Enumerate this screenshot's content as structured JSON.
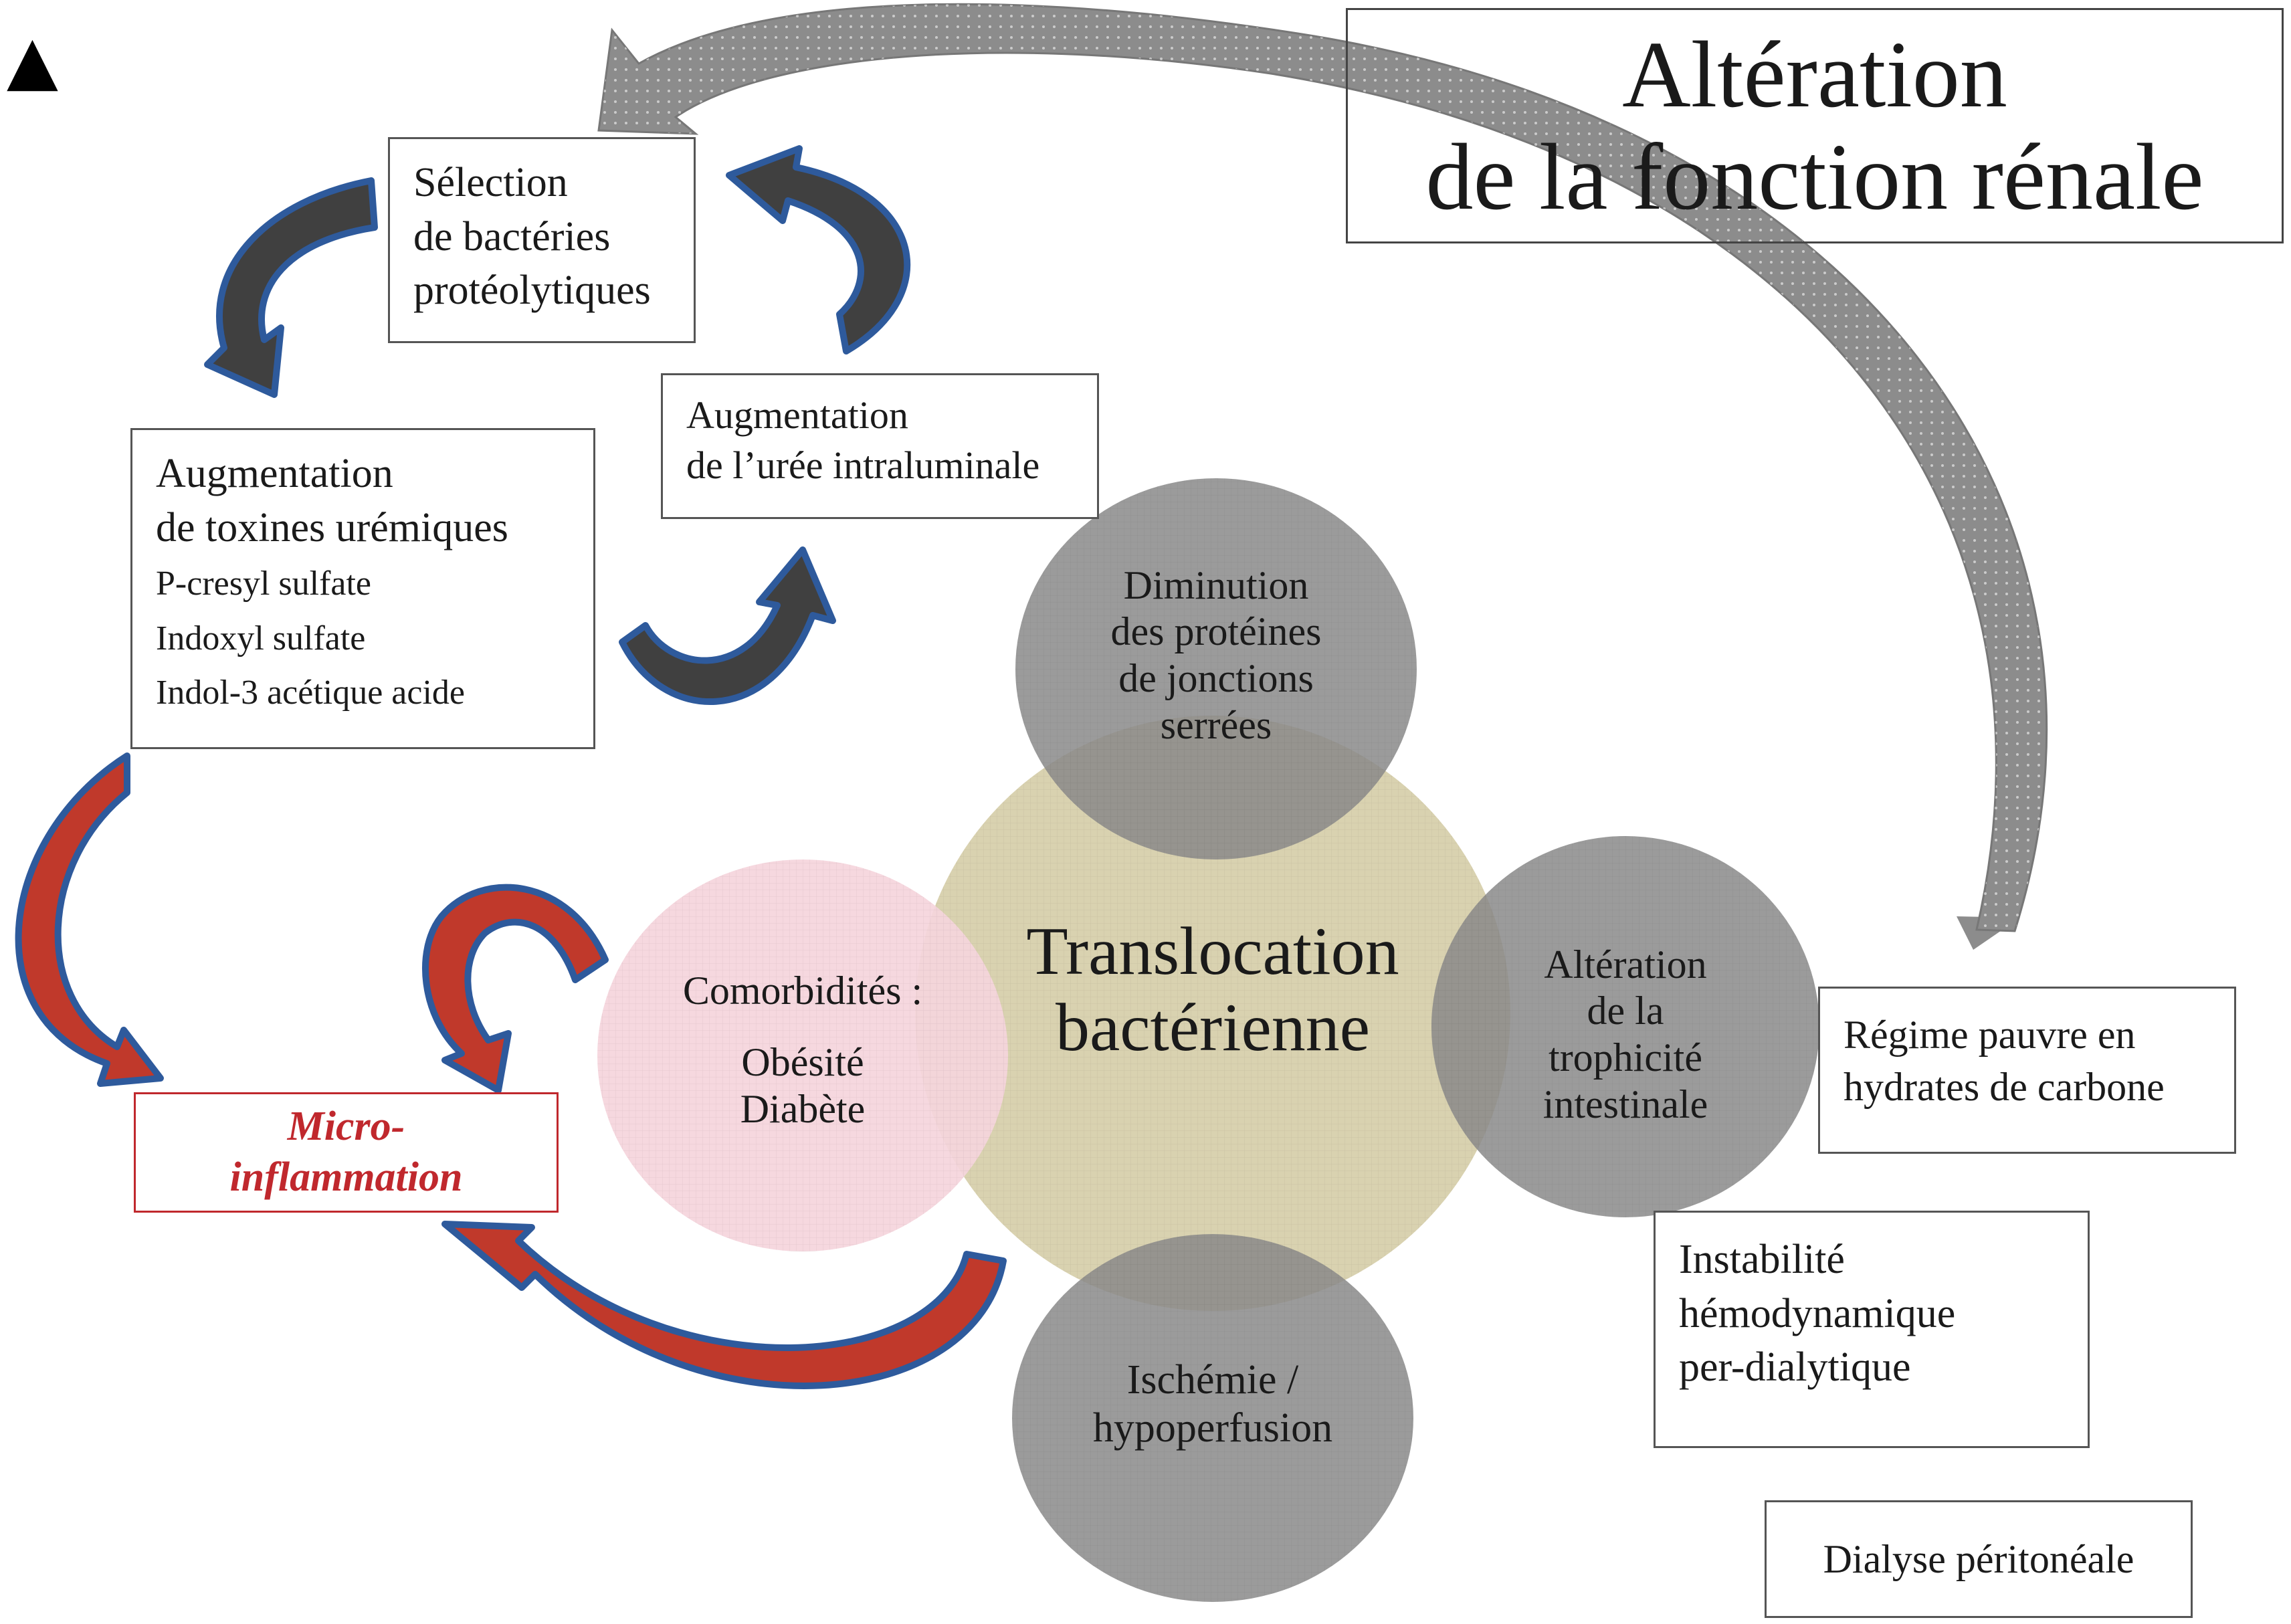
{
  "title": {
    "line1": "Altération",
    "line2": "de la fonction rénale"
  },
  "corner_symbol": "▲",
  "boxes": {
    "selection": [
      "Sélection",
      "de bactéries",
      "protéolytiques"
    ],
    "uree": [
      "Augmentation",
      "de l’urée intraluminale"
    ],
    "toxines": {
      "heading": [
        "Augmentation",
        "de toxines urémiques"
      ],
      "items": [
        "P-cresyl sulfate",
        "Indoxyl sulfate",
        "Indol-3 acétique acide"
      ]
    },
    "micro": [
      "Micro-",
      "inflammation"
    ],
    "regime": [
      "Régime pauvre en",
      "hydrates de carbone"
    ],
    "instabilite": [
      "Instabilité",
      "hémodynamique",
      "per-dialytique"
    ],
    "dialyse": "Dialyse péritonéale"
  },
  "circles": {
    "center": [
      "Translocation",
      "bactérienne"
    ],
    "top": [
      "Diminution",
      "des protéines",
      "de jonctions",
      "serrées"
    ],
    "right": [
      "Altération",
      "de la",
      "trophicité",
      "intestinale"
    ],
    "bottom": [
      "Ischémie /",
      "hypoperfusion"
    ],
    "left": {
      "heading": "Comorbidités :",
      "items": [
        "Obésité",
        "Diabète"
      ]
    }
  },
  "colors": {
    "center_fill": "#d9d2b0",
    "satellite_fill": "#8a8a8a",
    "comorbidity_fill": "#f5d5dc",
    "arrow_red": "#c0392b",
    "arrow_blue": "#2e5a9c",
    "arrow_dark": "#404040",
    "big_arrow": "#8c8c8c",
    "micro_text": "#c0282d",
    "micro_border": "#c0282d"
  }
}
